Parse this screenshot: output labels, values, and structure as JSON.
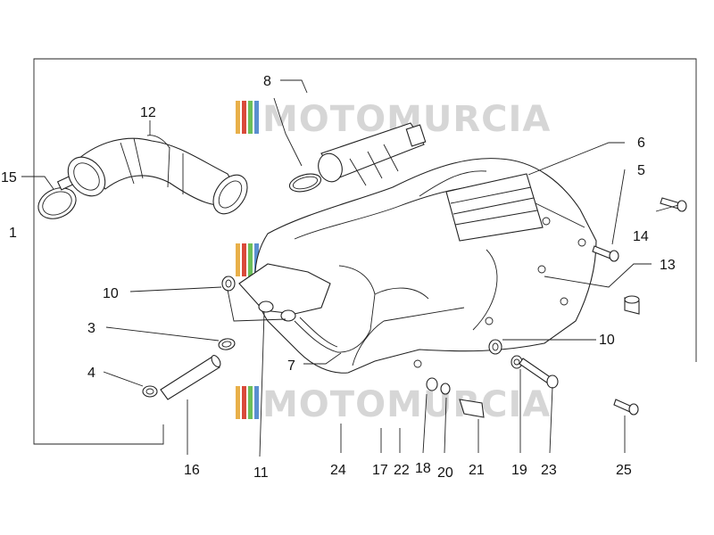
{
  "diagram": {
    "watermark": "MOTOMURCIA",
    "watermark_colors": [
      "#e8b04a",
      "#d94a3a",
      "#6cbf5a",
      "#5a8fd0"
    ],
    "line_color": "#222222",
    "callouts": {
      "c1": "1",
      "c3": "3",
      "c4": "4",
      "c5": "5",
      "c6": "6",
      "c7": "7",
      "c8": "8",
      "c10a": "10",
      "c10b": "10",
      "c11": "11",
      "c12": "12",
      "c13": "13",
      "c14": "14",
      "c15": "15",
      "c16": "16",
      "c17": "17",
      "c18": "18",
      "c19": "19",
      "c20": "20",
      "c21": "21",
      "c22": "22",
      "c23": "23",
      "c24": "24",
      "c25": "25"
    }
  }
}
